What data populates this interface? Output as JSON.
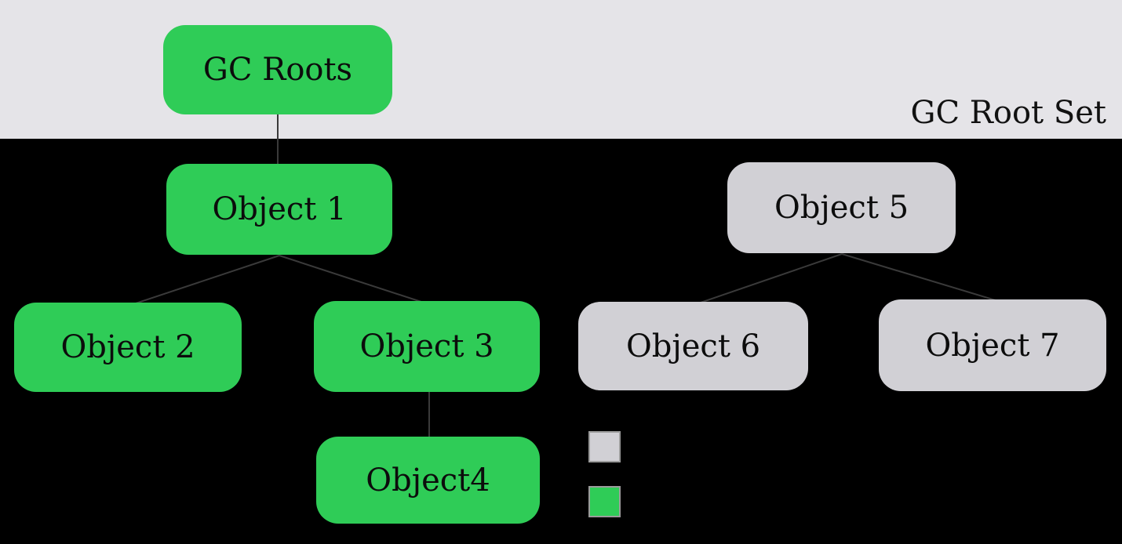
{
  "header": {
    "label": "GC Root Set"
  },
  "nodes": [
    {
      "label": "GC Roots",
      "state": "live"
    },
    {
      "label": "Object 1",
      "state": "live"
    },
    {
      "label": "Object 2",
      "state": "live"
    },
    {
      "label": "Object 3",
      "state": "live"
    },
    {
      "label": "Object4",
      "state": "live"
    },
    {
      "label": "Object 5",
      "state": "dead"
    },
    {
      "label": "Object 6",
      "state": "dead"
    },
    {
      "label": "Object 7",
      "state": "dead"
    }
  ],
  "edges": [
    {
      "from": "GC Roots",
      "to": "Object 1"
    },
    {
      "from": "Object 1",
      "to": "Object 2"
    },
    {
      "from": "Object 1",
      "to": "Object 3"
    },
    {
      "from": "Object 3",
      "to": "Object4"
    },
    {
      "from": "Object 5",
      "to": "Object 6"
    },
    {
      "from": "Object 5",
      "to": "Object 7"
    }
  ],
  "legend": {
    "items": [
      {
        "state": "dead",
        "swatch_color": "#d1d0d5"
      },
      {
        "state": "live",
        "swatch_color": "#2fcc57"
      }
    ]
  },
  "colors": {
    "live_node": "#2fcc57",
    "dead_node": "#d1d0d5",
    "band_background": "#e5e4e8",
    "background": "#000000",
    "edge_line": "#3a3a3a",
    "text": "#111111",
    "legend_border": "#9b9b9b"
  }
}
